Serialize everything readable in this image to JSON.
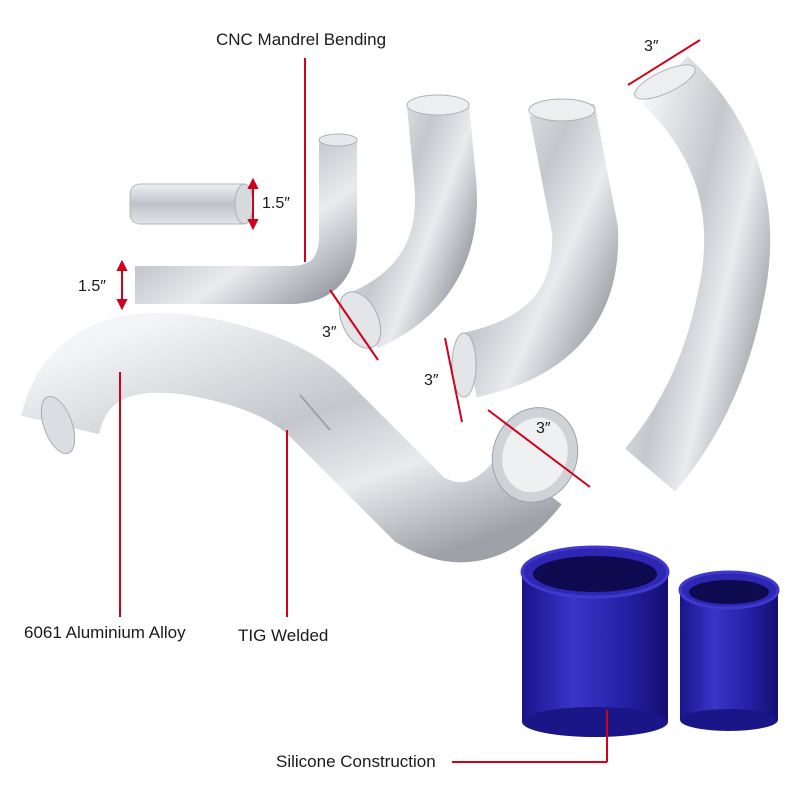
{
  "labels": {
    "cnc": "CNC Mandrel Bending",
    "alloy": "6061 Aluminium Alloy",
    "tig": "TIG Welded",
    "silicone": "Silicone Construction"
  },
  "dimensions": {
    "small_pipe": "1.5″",
    "bend_pipe": "1.5″",
    "medium_bend": "3″",
    "large_bend": "3″",
    "s_pipe_outlet": "3″",
    "long_bend": "3″"
  },
  "colors": {
    "callout_red": "#d0021b",
    "aluminium": "#c9ccd1",
    "silicone_blue": "#2a24a8"
  }
}
